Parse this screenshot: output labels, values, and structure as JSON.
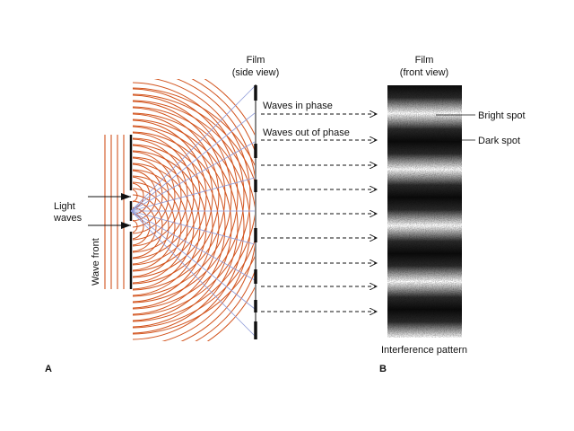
{
  "labels": {
    "film_side_title": "Film",
    "film_side_subtitle": "(side view)",
    "film_front_title": "Film",
    "film_front_subtitle": "(front view)",
    "waves_in_phase": "Waves in phase",
    "waves_out_of_phase": "Waves out of phase",
    "bright_spot": "Bright spot",
    "dark_spot": "Dark spot",
    "light_line1": "Light",
    "light_line2": "waves",
    "wave_front": "Wave front",
    "interference_pattern": "Interference pattern",
    "panel_a": "A",
    "panel_b": "B"
  },
  "colors": {
    "wave_arc": "#d2541e",
    "ray_line": "#8f9bd8",
    "ink": "#111111",
    "dark_band": "#0a0a0a",
    "bright_band": "#ffffff"
  },
  "pattern": {
    "band_count": 9
  }
}
